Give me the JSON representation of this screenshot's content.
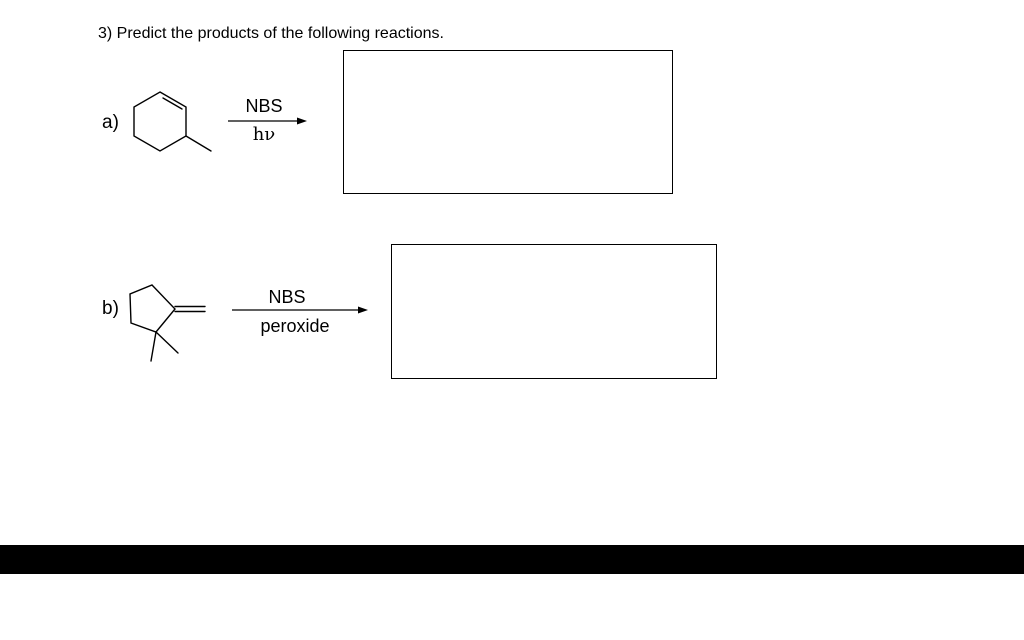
{
  "question": {
    "text": "3) Predict the products of the following reactions."
  },
  "reactions": [
    {
      "label": "a)",
      "reagent_top": "NBS",
      "reagent_bottom": "hν",
      "substrate_icon": "3-methylcyclohexene-structure-icon"
    },
    {
      "label": "b)",
      "reagent_top": "NBS",
      "reagent_bottom": "peroxide",
      "substrate_icon": "2,2-dimethyl-methylenecyclopentane-structure-icon"
    }
  ],
  "colors": {
    "ink": "#000000",
    "background": "#ffffff"
  }
}
